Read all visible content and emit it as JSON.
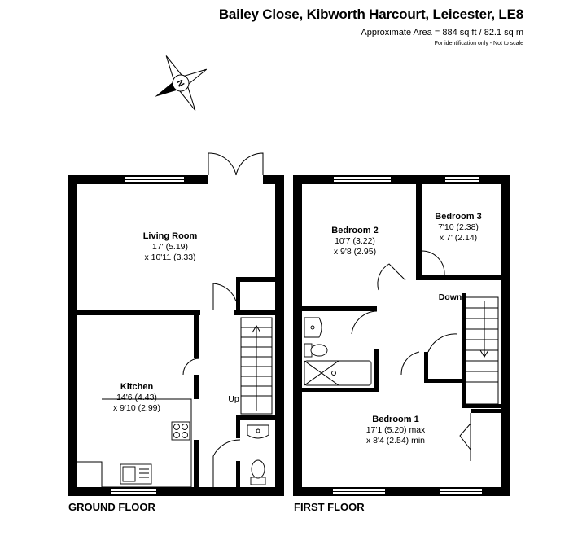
{
  "header": {
    "title": "Bailey Close, Kibworth Harcourt, Leicester, LE8",
    "area": "Approximate Area = 884 sq ft / 82.1 sq m",
    "note": "For identification only - Not to scale"
  },
  "compass": {
    "label": "N"
  },
  "ground_floor": {
    "label": "GROUND FLOOR",
    "stairs_label": "Up",
    "rooms": [
      {
        "name": "Living Room",
        "dim1": "17' (5.19)",
        "dim2": "x 10'11 (3.33)"
      },
      {
        "name": "Kitchen",
        "dim1": "14'6 (4.43)",
        "dim2": "x 9'10 (2.99)"
      }
    ]
  },
  "first_floor": {
    "label": "FIRST FLOOR",
    "stairs_label": "Down",
    "rooms": [
      {
        "name": "Bedroom 2",
        "dim1": "10'7 (3.22)",
        "dim2": "x 9'8 (2.95)"
      },
      {
        "name": "Bedroom 3",
        "dim1": "7'10 (2.38)",
        "dim2": "x 7' (2.14)"
      },
      {
        "name": "Bedroom 1",
        "dim1": "17'1 (5.20) max",
        "dim2": "x 8'4 (2.54) min"
      }
    ]
  }
}
